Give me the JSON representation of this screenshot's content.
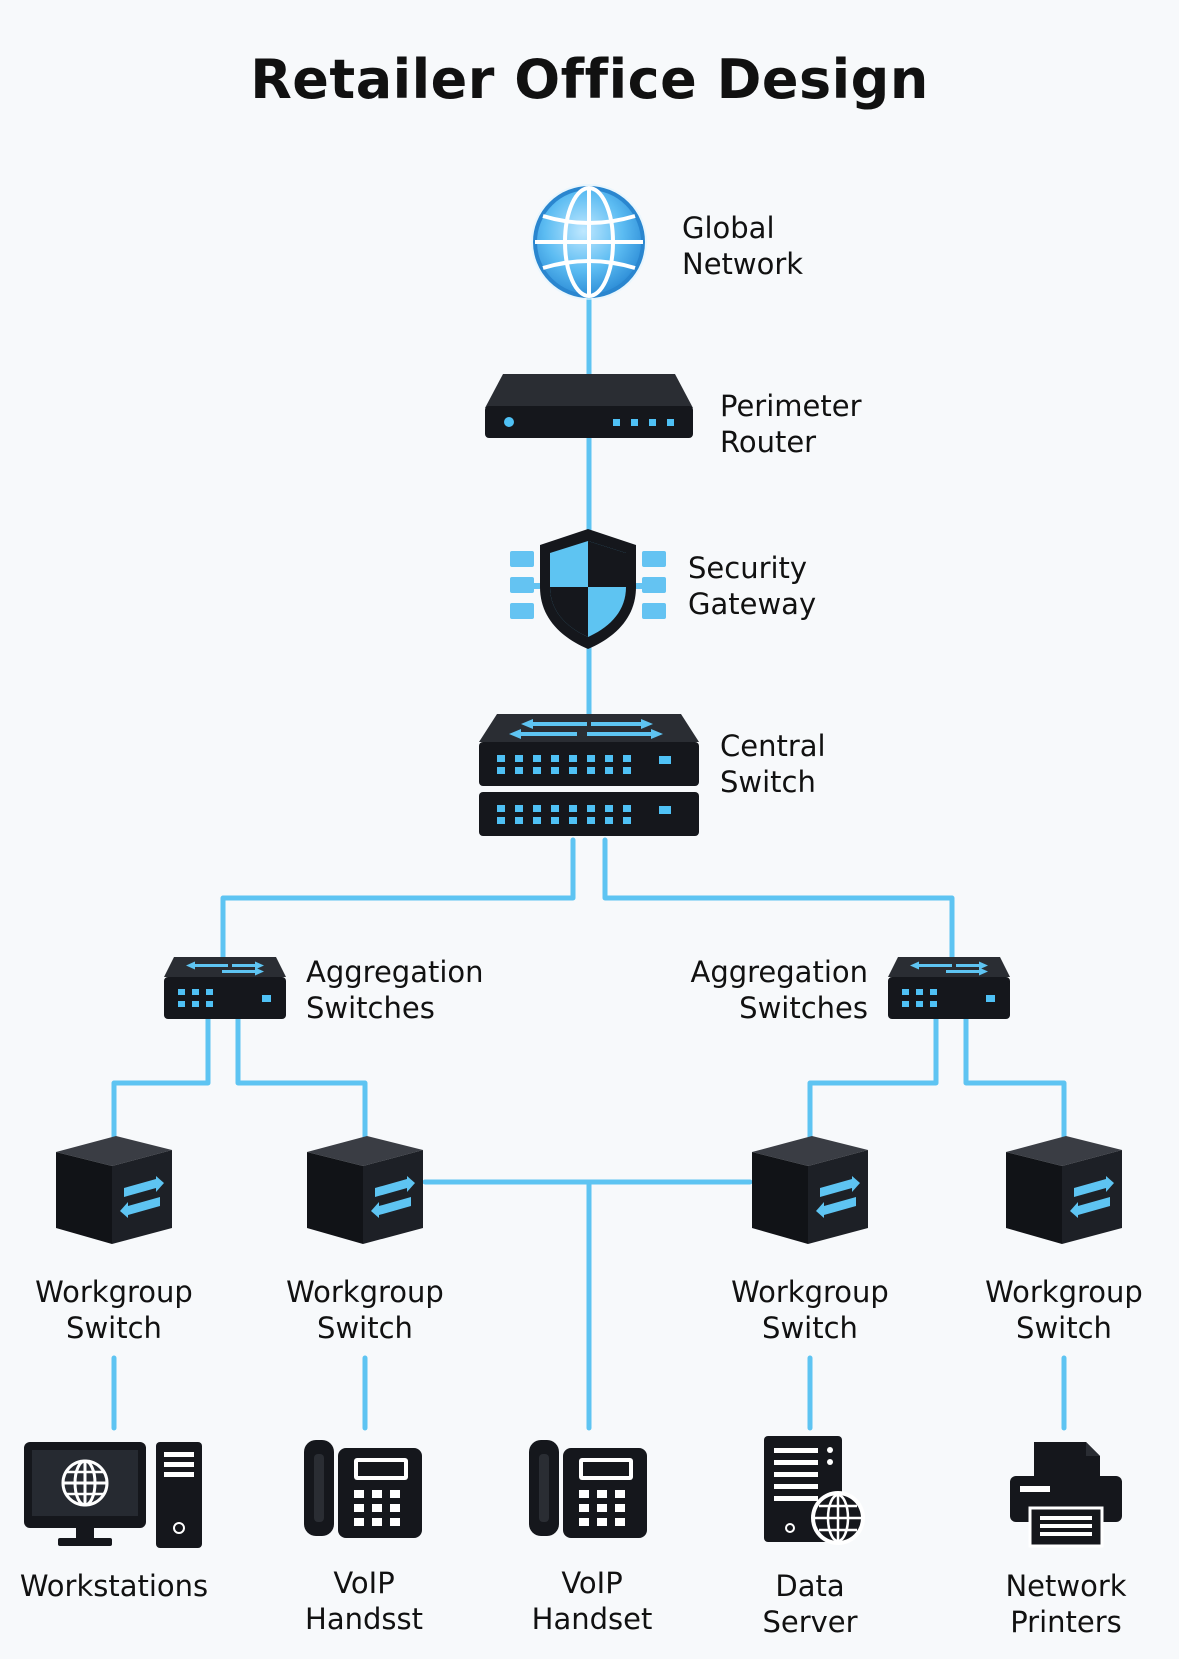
{
  "title": "Retailer Office Design",
  "colors": {
    "link": "#5ec4f2",
    "device": "#15171c",
    "accent": "#4fc1f5",
    "background": "#f7f9fb"
  },
  "nodes": {
    "global_network": {
      "icon": "globe-icon",
      "label": [
        "Global",
        "Network"
      ]
    },
    "perimeter_router": {
      "icon": "router-icon",
      "label": [
        "Perimeter",
        "Router"
      ]
    },
    "security_gateway": {
      "icon": "shield-icon",
      "label": [
        "Security",
        "Gateway"
      ]
    },
    "central_switch": {
      "icon": "stacked-switch-icon",
      "label": [
        "Central",
        "Switch"
      ]
    },
    "aggregation_left": {
      "icon": "switch-icon",
      "label": [
        "Aggregation",
        "Switches"
      ]
    },
    "aggregation_right": {
      "icon": "switch-icon",
      "label": [
        "Aggregation",
        "Switches"
      ]
    },
    "workgroups": [
      {
        "icon": "cube-switch-icon",
        "label": [
          "Workgroup",
          "Switch"
        ]
      },
      {
        "icon": "cube-switch-icon",
        "label": [
          "Workgroup",
          "Switch"
        ]
      },
      {
        "icon": "cube-switch-icon",
        "label": [
          "Workgroup",
          "Switch"
        ]
      },
      {
        "icon": "cube-switch-icon",
        "label": [
          "Workgroup",
          "Switch"
        ]
      }
    ],
    "endpoints": [
      {
        "icon": "workstation-icon",
        "label": [
          "Workstations"
        ]
      },
      {
        "icon": "voip-phone-icon",
        "label": [
          "VoIP",
          "Handsst"
        ]
      },
      {
        "icon": "voip-phone-icon",
        "label": [
          "VoIP",
          "Handset"
        ]
      },
      {
        "icon": "data-server-icon",
        "label": [
          "Data",
          "Server"
        ]
      },
      {
        "icon": "printer-icon",
        "label": [
          "Network",
          "Printers"
        ]
      }
    ]
  }
}
